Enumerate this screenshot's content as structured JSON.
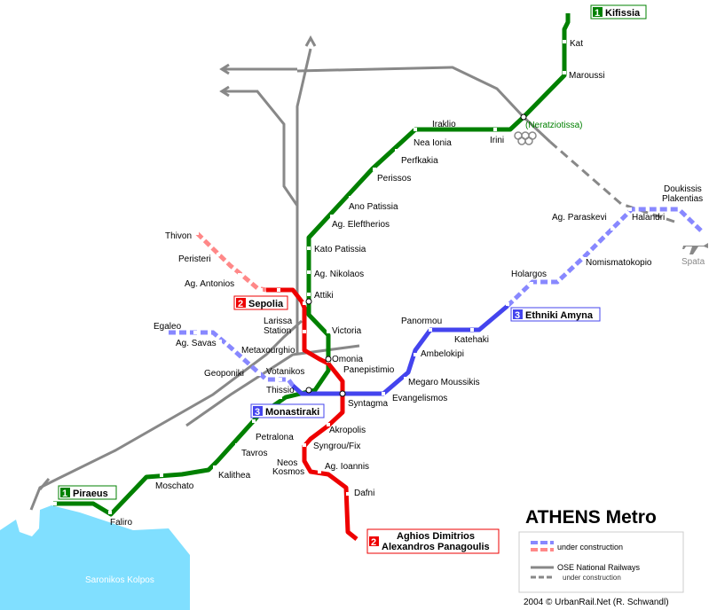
{
  "map": {
    "title": "ATHENS Metro",
    "sea_label": "Saronikos Kolpos",
    "credit": "2004 © UrbanRail.Net (R. Schwandl)",
    "airport_label": "Spata",
    "neratziotissa_label": "(Neratziotissa)"
  },
  "colors": {
    "line1": "#008000",
    "line2": "#ee0000",
    "line2_construction": "#ff8888",
    "line3": "#4444ee",
    "line3_construction": "#8888ff",
    "railway": "#888888",
    "sea": "#80dfff"
  },
  "terminals": {
    "kifissia": {
      "number": "1",
      "name": "Kifissia"
    },
    "piraeus": {
      "number": "1",
      "name": "Piraeus"
    },
    "sepolia": {
      "number": "2",
      "name": "Sepolia"
    },
    "dimitrios": {
      "number": "2",
      "name1": "Aghios Dimitrios",
      "name2": "Alexandros Panagoulis"
    },
    "monastiraki": {
      "number": "3",
      "name": "Monastiraki"
    },
    "ethniki": {
      "number": "3",
      "name": "Ethniki Amyna"
    }
  },
  "stations": {
    "kat": "Kat",
    "maroussi": "Maroussi",
    "iraklio": "Iraklio",
    "nea_ionia": "Nea Ionia",
    "irini": "Irini",
    "perfkakia": "Perfkakia",
    "perissos": "Perissos",
    "ano_patissia": "Ano Patissia",
    "ag_eleftherios": "Ag. Eleftherios",
    "kato_patissia": "Kato Patissia",
    "ag_nikolaos": "Ag. Nikolaos",
    "attiki": "Attiki",
    "larissa_1": "Larissa",
    "larissa_2": "Station",
    "victoria": "Victoria",
    "omonia": "Omonia",
    "thissio": "Thissio",
    "petralona": "Petralona",
    "tavros": "Tavros",
    "kalithea": "Kalithea",
    "moschato": "Moschato",
    "faliro": "Faliro",
    "thivon": "Thivon",
    "peristeri": "Peristeri",
    "ag_antonios": "Ag. Antonios",
    "metaxourghio": "Metaxourghio",
    "panepistimio": "Panepistimio",
    "syntagma": "Syntagma",
    "akropolis": "Akropolis",
    "syngrou_fix": "Syngrou/Fix",
    "neos_kosmos_1": "Neos",
    "neos_kosmos_2": "Kosmos",
    "ag_ioannis": "Ag. Ioannis",
    "dafni": "Dafni",
    "egaleo": "Egaleo",
    "ag_savas": "Ag. Savas",
    "geoponiki": "Geoponiki",
    "votanikos": "Votanikos",
    "evangelismos": "Evangelismos",
    "megaro_moussikis": "Megaro Moussikis",
    "ambelokipi": "Ambelokipi",
    "panormou": "Panormou",
    "katehaki": "Katehaki",
    "holargos": "Holargos",
    "nomismatokopio": "Nomismatokopio",
    "ag_paraskevi": "Ag. Paraskevi",
    "halandri": "Halandri",
    "doukissis_1": "Doukissis",
    "doukissis_2": "Plakentias"
  },
  "legend": {
    "under_construction": "under construction",
    "ose": "OSE National Railways",
    "ose_construction": "under construction"
  }
}
